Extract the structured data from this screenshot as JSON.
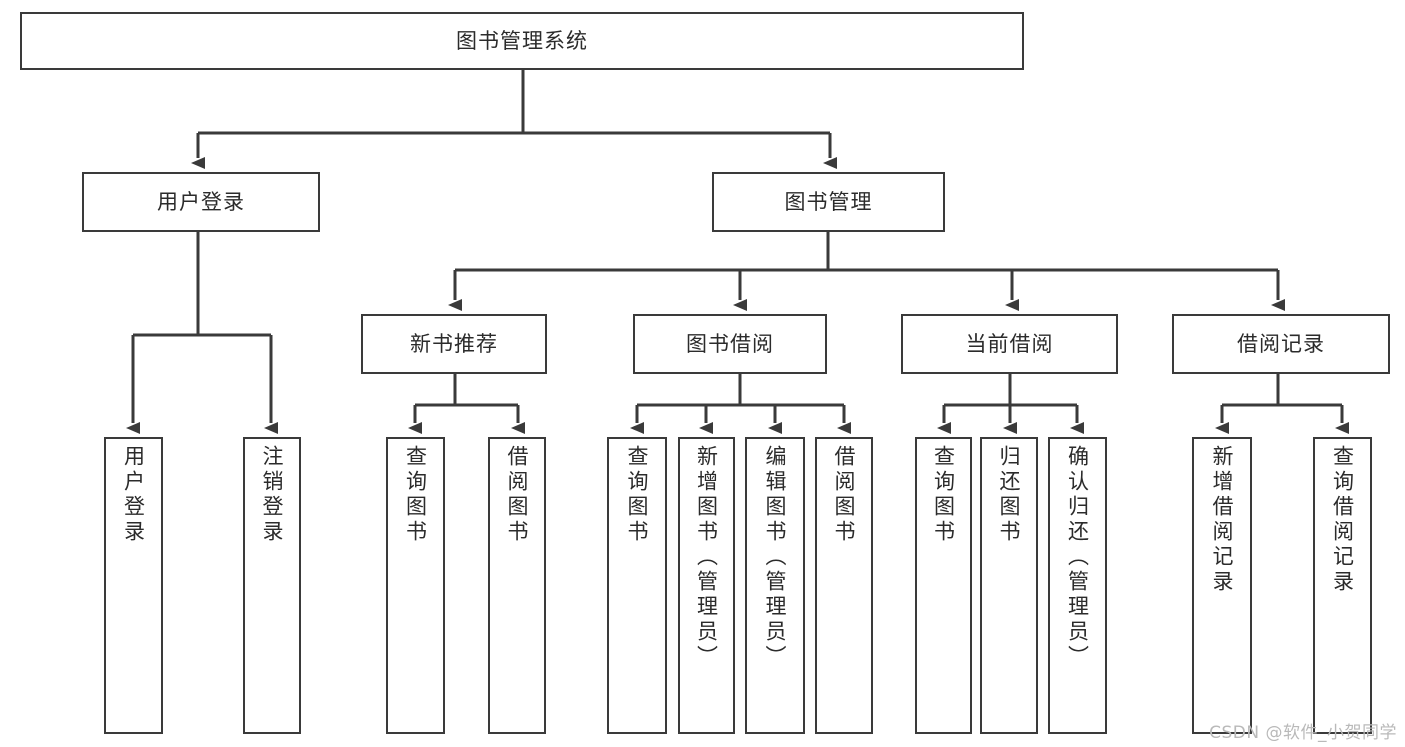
{
  "diagram": {
    "type": "tree-hierarchy-chart",
    "title_text": "图书管理系统",
    "line_color": "#3a3a3a",
    "box_fill": "#ffffff",
    "text_color": "#2b2b2b",
    "background": "#ffffff",
    "root": {
      "id": "root",
      "label": "图书管理系统"
    },
    "level2": [
      {
        "id": "user-login",
        "label": "用户登录"
      },
      {
        "id": "book-manage",
        "label": "图书管理"
      }
    ],
    "level3": [
      {
        "id": "new-book-recommend",
        "label": "新书推荐"
      },
      {
        "id": "book-borrow",
        "label": "图书借阅"
      },
      {
        "id": "current-borrow",
        "label": "当前借阅"
      },
      {
        "id": "borrow-record",
        "label": "借阅记录"
      }
    ],
    "leaves": {
      "user_login": [
        {
          "id": "leaf-user-login",
          "label": "用户登录"
        },
        {
          "id": "leaf-logout-login",
          "label": "注销登录"
        }
      ],
      "new_book_recommend": [
        {
          "id": "leaf-query-book-1",
          "label": "查询图书"
        },
        {
          "id": "leaf-borrow-book-1",
          "label": "借阅图书"
        }
      ],
      "book_borrow": [
        {
          "id": "leaf-query-book-2",
          "label": "查询图书"
        },
        {
          "id": "leaf-add-book",
          "label": "新增图书（管理员）"
        },
        {
          "id": "leaf-edit-book",
          "label": "编辑图书（管理员）"
        },
        {
          "id": "leaf-borrow-book-2",
          "label": "借阅图书"
        }
      ],
      "current_borrow": [
        {
          "id": "leaf-query-book-3",
          "label": "查询图书"
        },
        {
          "id": "leaf-return-book",
          "label": "归还图书"
        },
        {
          "id": "leaf-confirm-return",
          "label": "确认归还（管理员）"
        }
      ],
      "borrow_record": [
        {
          "id": "leaf-add-borrow-record",
          "label": "新增借阅记录"
        },
        {
          "id": "leaf-query-borrow-record",
          "label": "查询借阅记录"
        }
      ]
    }
  },
  "watermark": {
    "text": "CSDN @软件_小贺同学"
  }
}
